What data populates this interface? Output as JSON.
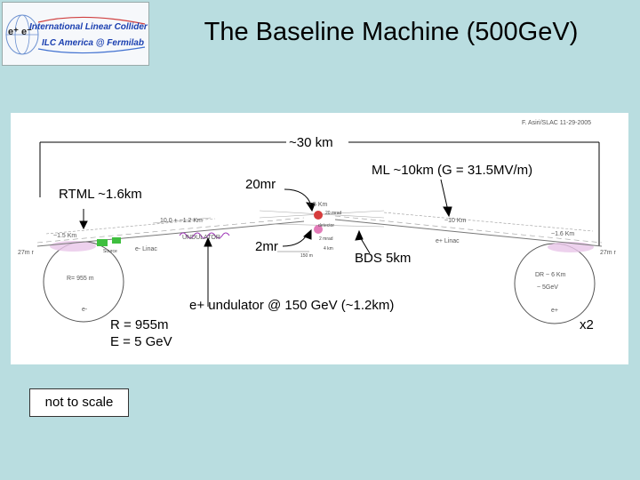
{
  "logo": {
    "line1": "International Linear Collider",
    "line2": "ILC America @ Fermilab",
    "mark": "e⁺ e⁻"
  },
  "title": "The Baseline Machine (500GeV)",
  "diagram": {
    "credit": "F. Asiri/SLAC 11-29-2005",
    "overall_length": "~30 km",
    "rtml": "RTML ~1.6km",
    "crossing_20mr": "20mr",
    "ml": "ML ~10km (G = 31.5MV/m)",
    "crossing_2mr": "2mr",
    "bds": "BDS 5km",
    "undulator_note": "e+ undulator @ 150 GeV (~1.2km)",
    "radius": "R = 955m",
    "energy": "E = 5 GeV",
    "multiplier": "x2",
    "small_labels": {
      "left_27mr": "27m r",
      "right_27mr": "27m r",
      "left_rtml": "~1.5 Km",
      "right_rtml": "~1.6 Km",
      "left_linac_len": "10.0 + ~1.2 Km",
      "right_linac_len": "~10 Km",
      "ir_len": "~ 5 Km",
      "left_linac": "e- Linac",
      "right_linac": "e+ Linac",
      "undulator": "UNDULATOR",
      "source": "Source",
      "left_dr_radius": "R= 955 m",
      "left_dr_particle": "e-",
      "right_dr_size": "DR ~ 6 Km",
      "right_dr_energy": "~ 5GeV",
      "right_dr_particle": "e+",
      "ir_20mrad": "20 mrad",
      "ir_2mrad": "2 mrad",
      "ir_detector": "detector",
      "ir_150m": "150 m",
      "ir_4km": "4 km"
    }
  },
  "note": "not to scale"
}
